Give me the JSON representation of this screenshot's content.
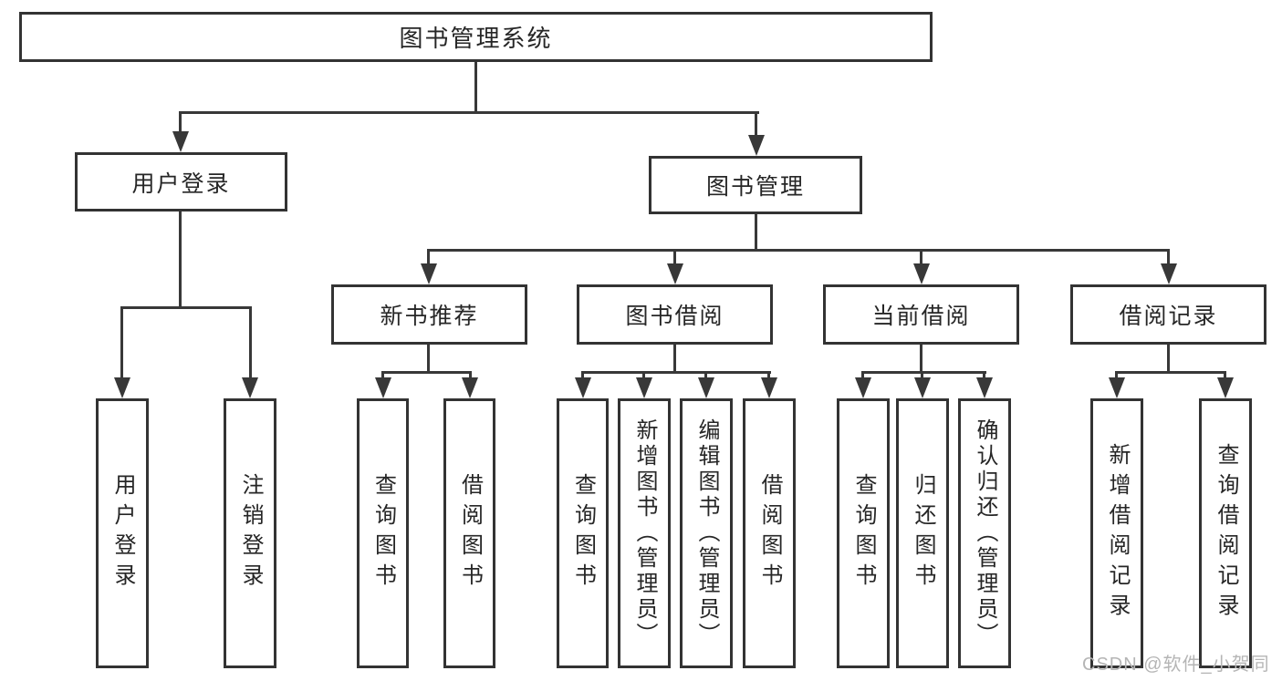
{
  "diagram_title": "图书管理系统",
  "watermark": "CSDN @软件_小贺同学",
  "colors": {
    "line": "#383838",
    "border": "#333333",
    "text": "#262626",
    "watermark": "#b5b5b5",
    "background": "#ffffff"
  },
  "nodes": {
    "root": "图书管理系统",
    "userLogin": "用户登录",
    "bookMgmt": "图书管理",
    "newBooks": "新书推荐",
    "bookBorrow": "图书借阅",
    "currentBorrow": "当前借阅",
    "borrowRecords": "借阅记录",
    "leaves": {
      "userLogin": [
        "用户登录",
        "注销登录"
      ],
      "newBooks": [
        "查询图书",
        "借阅图书"
      ],
      "bookBorrow": [
        "查询图书",
        "新增图书（管理员）",
        "编辑图书（管理员）",
        "借阅图书"
      ],
      "currentBorrow": [
        "查询图书",
        "归还图书",
        "确认归还（管理员）"
      ],
      "borrowRecords": [
        "新增借阅记录",
        "查询借阅记录"
      ]
    }
  }
}
